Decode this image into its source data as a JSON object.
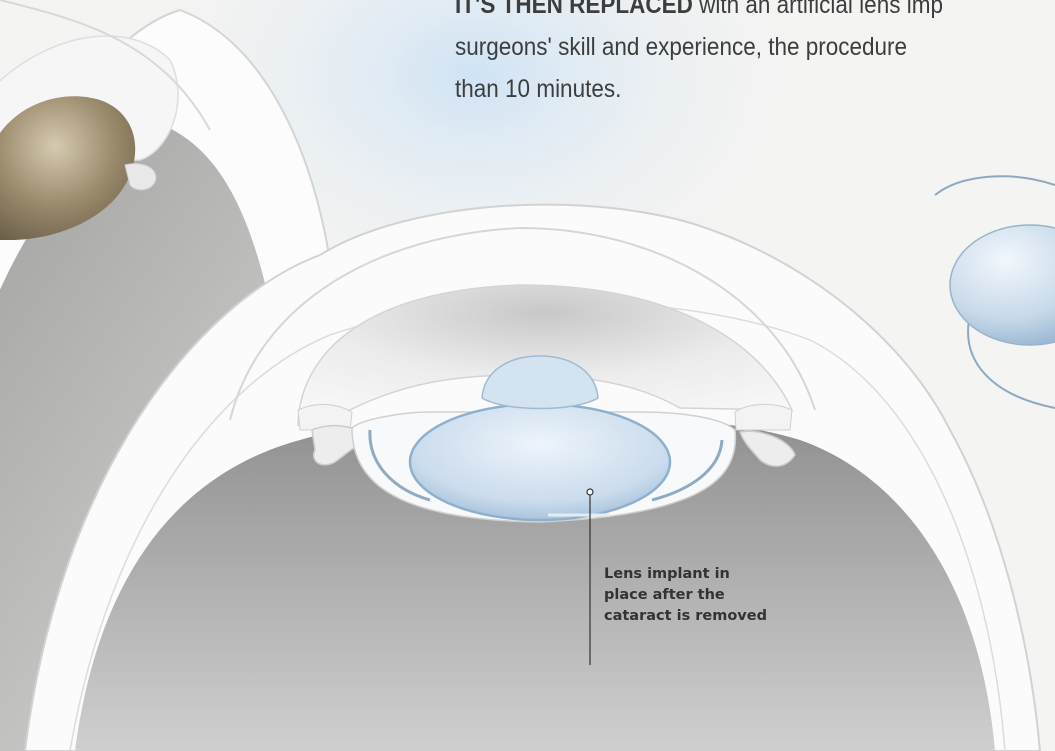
{
  "intro": {
    "lead": "IT'S THEN REPLACED",
    "line1_rest": " with an artificial lens imp",
    "line2": "surgeons' skill and experience, the procedure",
    "line3": "than 10 minutes."
  },
  "callout": {
    "lines": [
      "Lens implant in",
      "place after the",
      "cataract is removed"
    ]
  },
  "colors": {
    "background": "#f4f4f2",
    "eye_wall": "#fbfbfb",
    "vitreous": "#a8a8a8",
    "cloudy_lens": "#8a7a62",
    "implant": "#c6dbec",
    "text": "#3d3d3d"
  }
}
